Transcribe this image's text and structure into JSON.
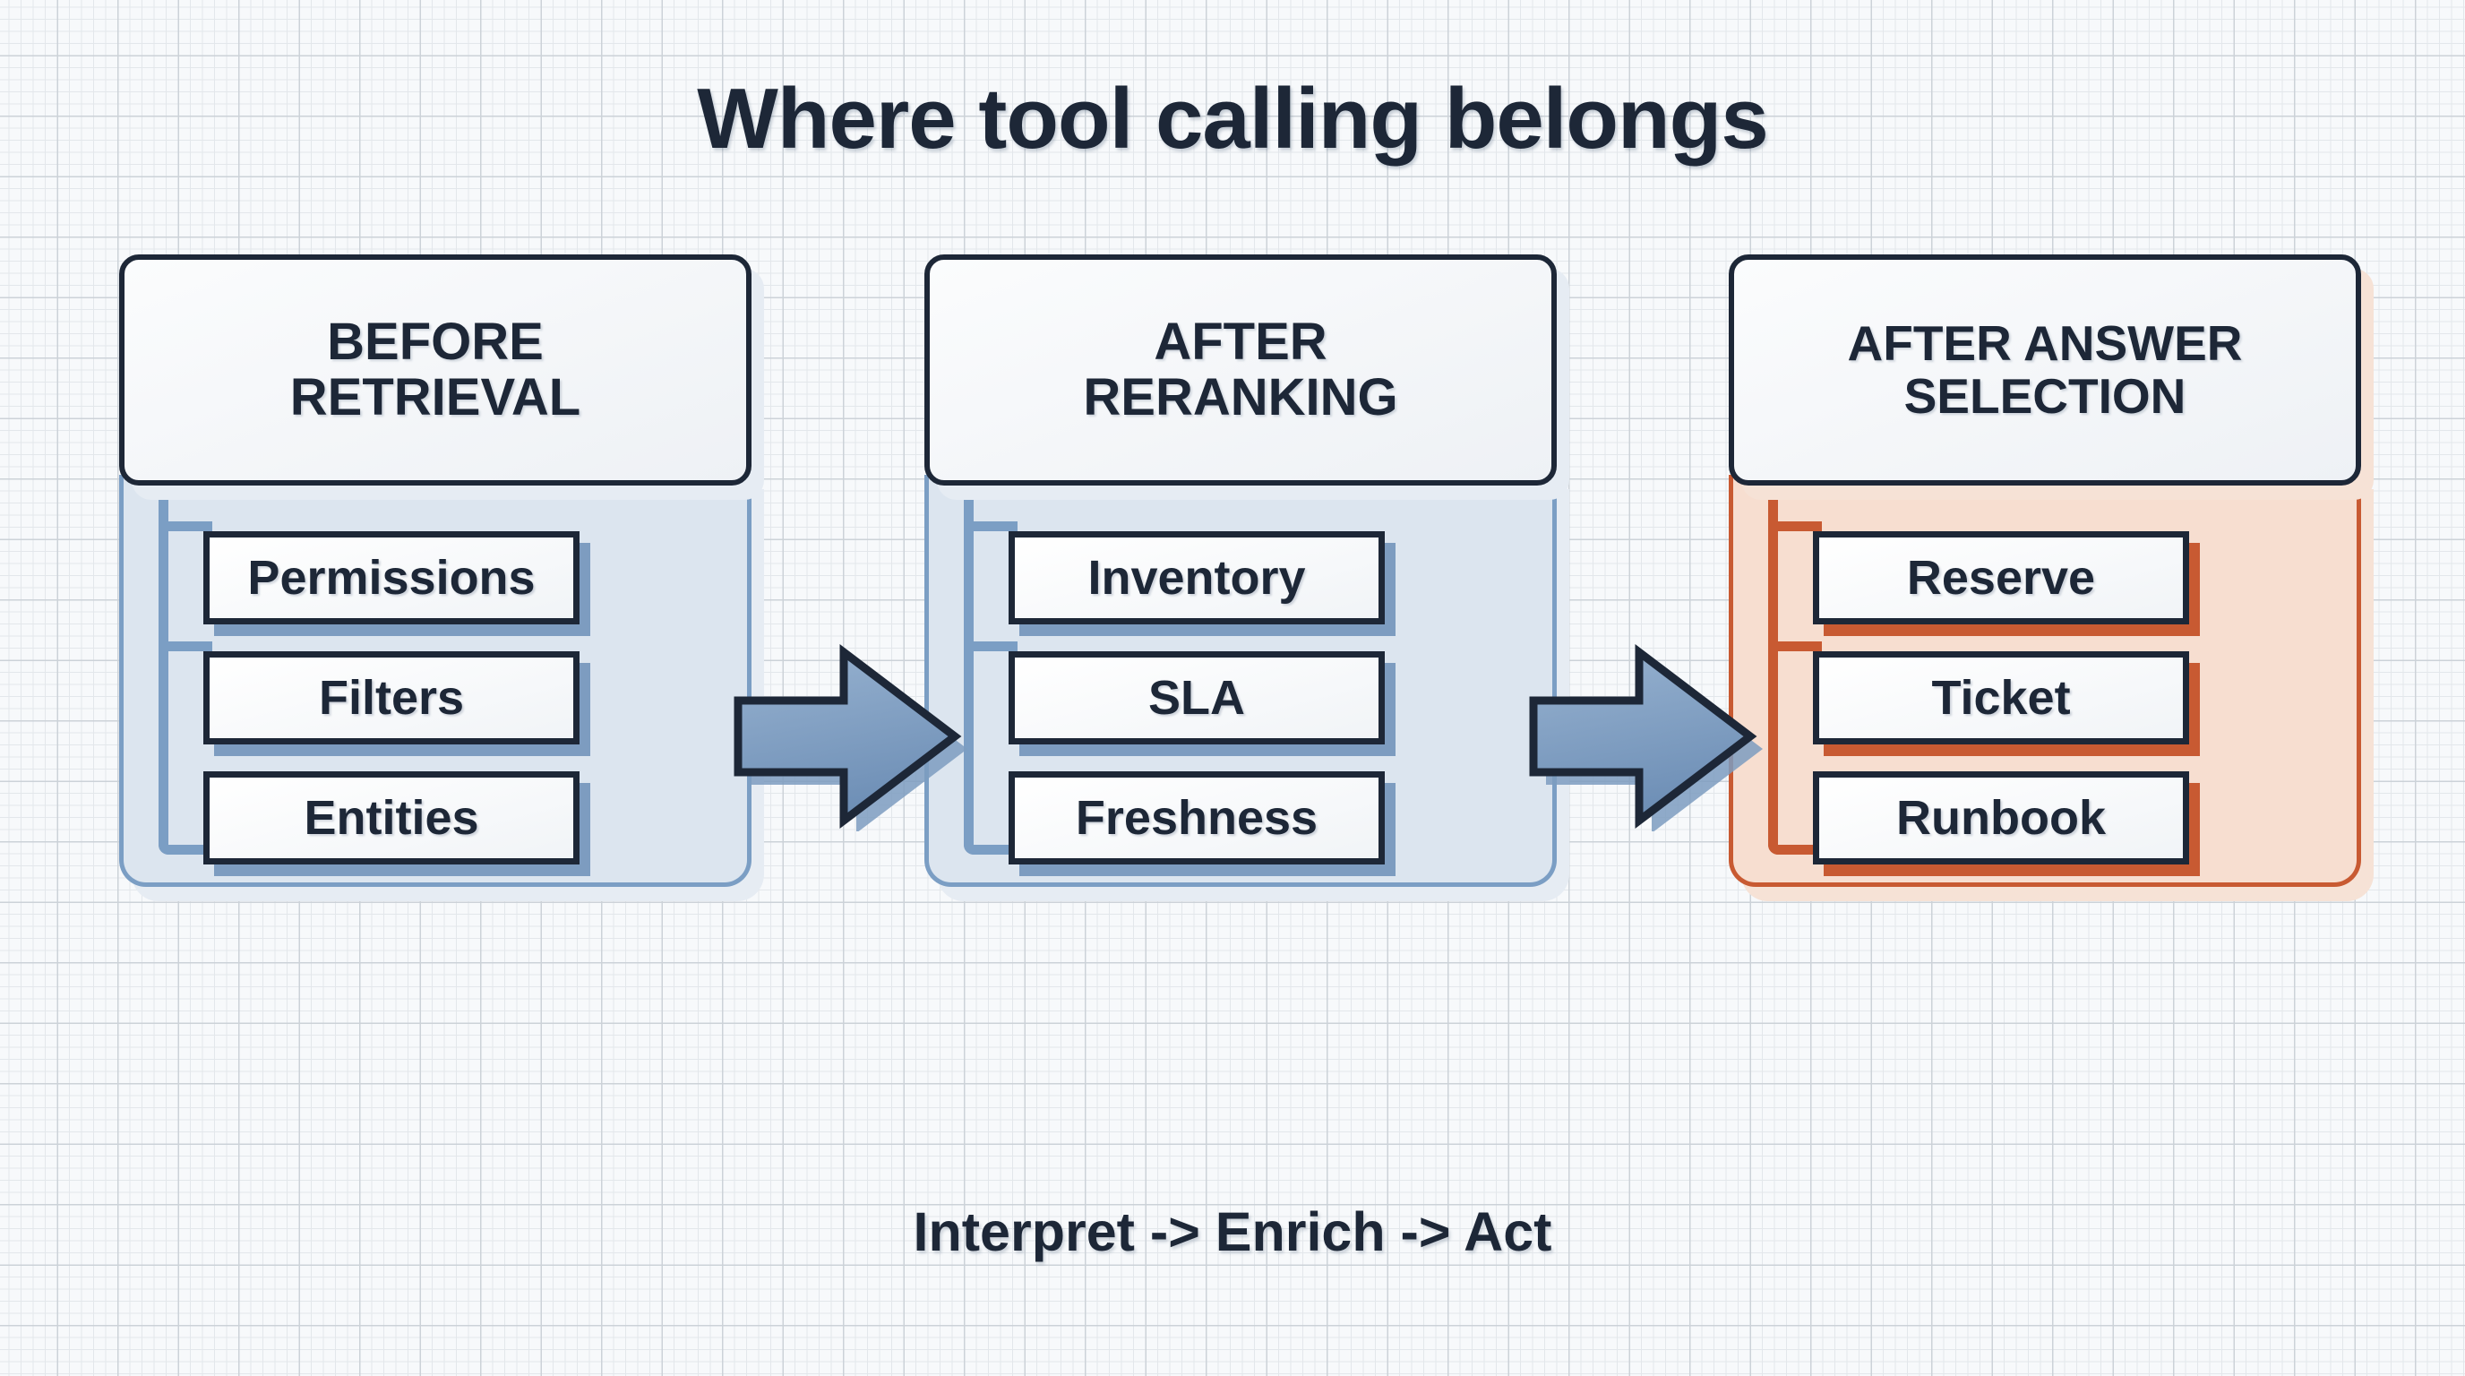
{
  "title": "Where tool calling belongs",
  "caption": "Interpret -> Enrich -> Act",
  "colors": {
    "background": "#f7f9fb",
    "grid_line": "#ccd2d8",
    "ink": "#1d2737",
    "blue_accent": "#7b9ec4",
    "blue_panel_fill": "#dce5ef",
    "orange_accent": "#c85a32",
    "orange_panel_fill": "#f7ded0",
    "arrow_fill": "#7e9cc0"
  },
  "columns": [
    {
      "header": "BEFORE\nRETRIEVAL",
      "accent": "blue",
      "items": [
        {
          "label": "Permissions"
        },
        {
          "label": "Filters"
        },
        {
          "label": "Entities"
        }
      ]
    },
    {
      "header": "AFTER\nRERANKING",
      "accent": "blue",
      "items": [
        {
          "label": "Inventory"
        },
        {
          "label": "SLA"
        },
        {
          "label": "Freshness"
        }
      ]
    },
    {
      "header": "AFTER ANSWER\nSELECTION",
      "accent": "orange",
      "items": [
        {
          "label": "Reserve"
        },
        {
          "label": "Ticket"
        },
        {
          "label": "Runbook"
        }
      ]
    }
  ],
  "arrows": [
    {
      "name": "arrow-stage1-to-stage2"
    },
    {
      "name": "arrow-stage2-to-stage3"
    }
  ]
}
